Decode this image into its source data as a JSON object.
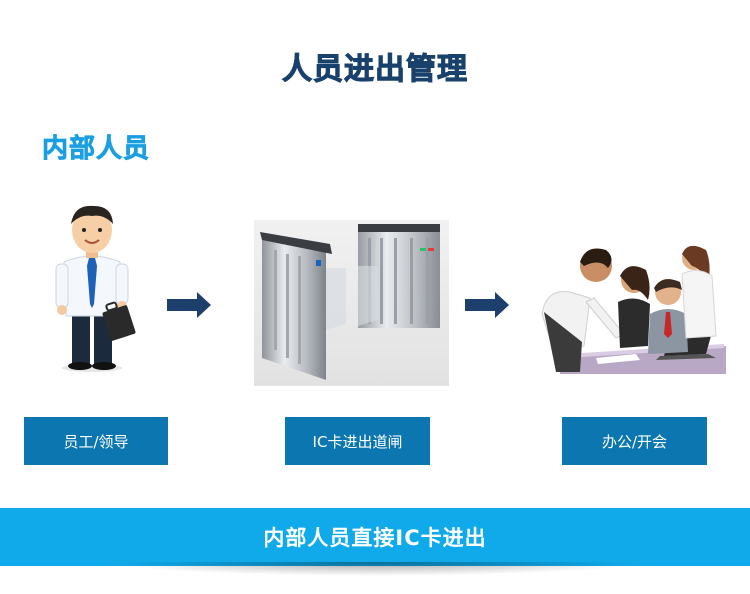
{
  "title": "人员进出管理",
  "section": "内部人员",
  "steps": [
    {
      "label": "员工/领导",
      "icon": "employee-illustration"
    },
    {
      "label": "IC卡进出道闸",
      "icon": "turnstile-gate-illustration"
    },
    {
      "label": "办公/开会",
      "icon": "office-meeting-illustration"
    }
  ],
  "banner": "内部人员直接IC卡进出",
  "colors": {
    "title": "#18416b",
    "section": "#1a9fe0",
    "box": "#0b76b0",
    "banner": "#10a9ea",
    "arrow": "#1d3f6b"
  }
}
